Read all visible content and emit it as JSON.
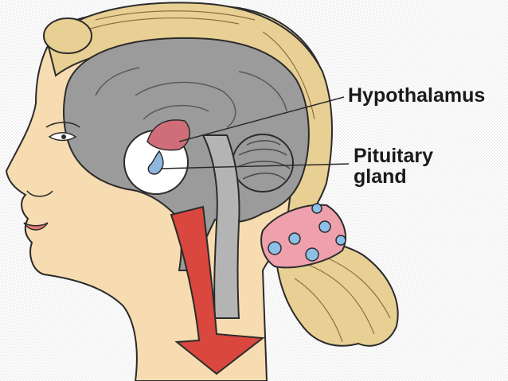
{
  "diagram": {
    "labels": {
      "hypothalamus": "Hypothalamus",
      "pituitary_line1": "Pituitary",
      "pituitary_line2": "gland"
    }
  },
  "colors": {
    "skin": "#f6dcb0",
    "hair": "#e8cf93",
    "brain": "#9b9b9b",
    "hypothalamus": "#cf6d78",
    "pituitary": "#8fb8de",
    "arrow": "#d9473e",
    "scrunchie": "#efa0ad",
    "scrunchie_dots": "#8cc0e6",
    "outline": "#2b2b2b"
  }
}
